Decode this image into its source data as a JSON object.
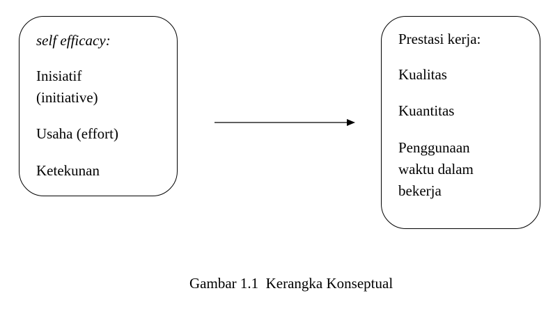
{
  "left_box": {
    "heading": "self efficacy:",
    "lines": [
      "Inisiatif",
      "(initiative)",
      "Usaha (effort)",
      "Ketekunan"
    ]
  },
  "right_box": {
    "heading": "Prestasi kerja:",
    "lines": [
      " Kualitas",
      "Kuantitas",
      "Penggunaan",
      "waktu dalam",
      "bekerja"
    ]
  },
  "caption": "Gambar 1.1  Kerangka Konseptual"
}
